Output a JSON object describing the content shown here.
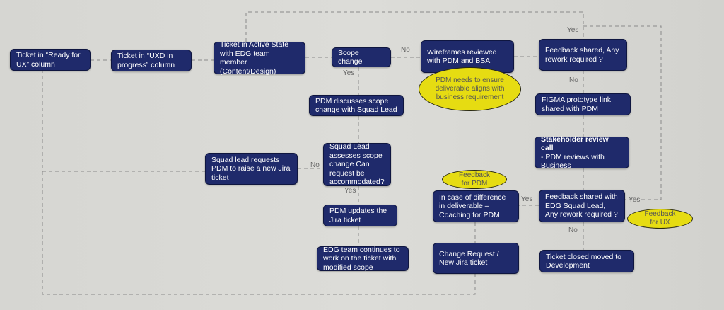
{
  "nodes": {
    "ready_for_ux": "Ticket in “Ready for UX” column",
    "uxd_in_progress": "Ticket in “UXD in progress” column",
    "active_state": "Ticket in Active State with EDG team member (Content/Design)",
    "scope_change": "Scope change",
    "wireframes_reviewed": "Wireframes reviewed with PDM and BSA",
    "feedback_shared": "Feedback shared, Any rework required ?",
    "pdm_discusses": "PDM discusses scope change with Squad Lead",
    "figma_link": "FIGMA prototype link shared with PDM",
    "stakeholder_title": "Stakeholder review call",
    "stakeholder_rest": "- PDM reviews with Business",
    "squad_lead_requests": "Squad lead requests PDM to raise a new Jira ticket",
    "squad_lead_assesses": "Squad Lead assesses scope change Can request be accommodated?",
    "difference_coaching": "In case of difference in deliverable – Coaching for PDM",
    "feedback_edg": "Feedback shared with EDG Squad Lead, Any rework required ?",
    "pdm_updates": "PDM updates the Jira ticket",
    "edg_continues": "EDG team continues to work on the ticket with modified scope",
    "change_request": "Change Request / New Jira ticket",
    "ticket_closed": "Ticket closed moved to Development"
  },
  "notes": {
    "pdm_needs": "PDM needs to ensure deliverable aligns with business requirement",
    "feedback_pdm": "Feedback for PDM",
    "feedback_ux": "Feedback for UX"
  },
  "labels": {
    "scope_no": "No",
    "scope_yes": "Yes",
    "feedback_yes": "Yes",
    "feedback_no": "No",
    "assess_no": "No",
    "assess_yes": "Yes",
    "edg_yes_left": "Yes",
    "edg_yes_right": "Yes",
    "edg_no": "No"
  },
  "colors": {
    "box": "#1f2a6b",
    "note": "#e6dc12",
    "connector": "#8a8a8a"
  }
}
